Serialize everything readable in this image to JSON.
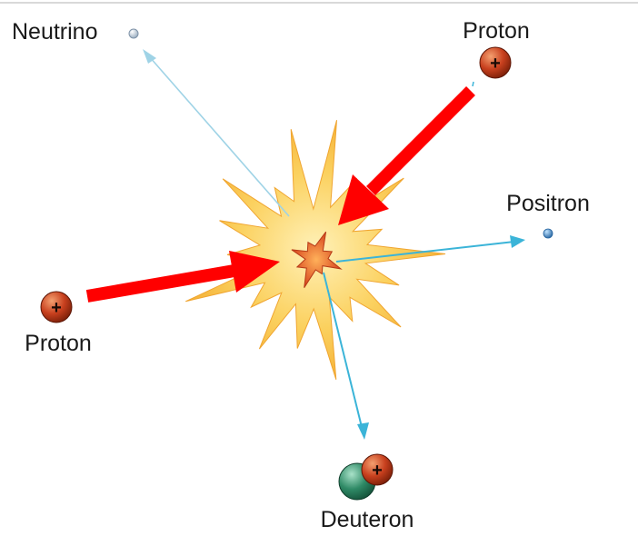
{
  "diagram": {
    "labels": {
      "neutrino": "Neutrino",
      "proton_top": "Proton",
      "positron": "Positron",
      "proton_left": "Proton",
      "deuteron": "Deuteron"
    },
    "proton_charge": "+",
    "colors": {
      "proton": "#c8401e",
      "neutron": "#2f8a66",
      "neutrino": "#aebfd1",
      "positron": "#3d87c7",
      "incoming_arrow": "#ff0000",
      "outgoing_arrow": "#3bb4d8",
      "neutrino_arrow": "#9fd3e6",
      "burst_outer": "#f9c54a",
      "burst_core": "#e8642a"
    }
  }
}
